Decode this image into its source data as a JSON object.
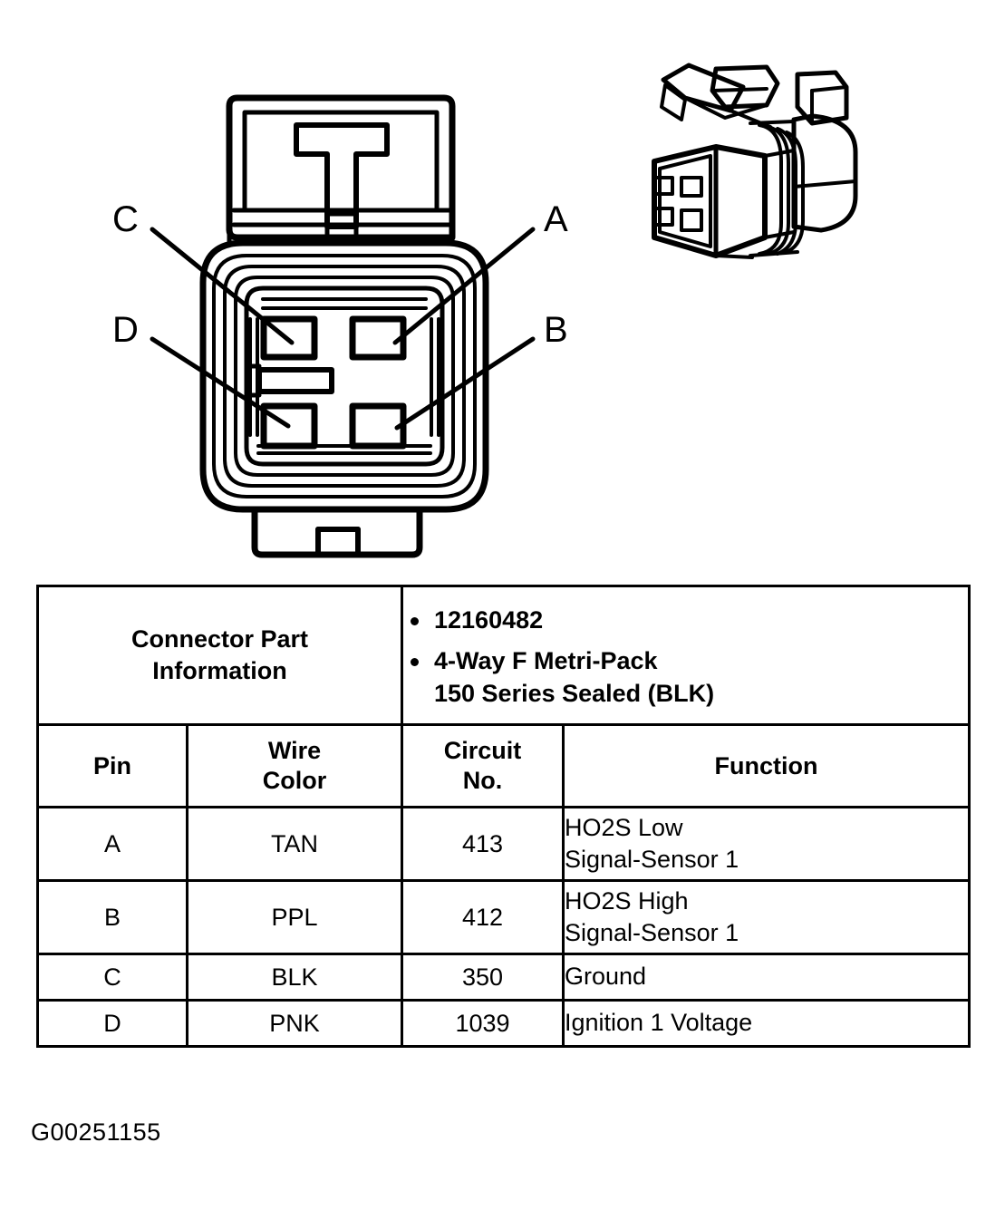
{
  "figure": {
    "code": "G00251155",
    "front_view": {
      "name": "connector-front-view",
      "cavity_count": 4,
      "callouts": [
        {
          "id": "C",
          "label": "C",
          "side": "left",
          "row": "top"
        },
        {
          "id": "A",
          "label": "A",
          "side": "right",
          "row": "top"
        },
        {
          "id": "D",
          "label": "D",
          "side": "left",
          "row": "bottom"
        },
        {
          "id": "B",
          "label": "B",
          "side": "right",
          "row": "bottom"
        }
      ]
    },
    "iso_view": {
      "name": "connector-isometric-view"
    }
  },
  "table": {
    "part_info": {
      "label_line1": "Connector Part",
      "label_line2": "Information",
      "values": [
        {
          "text": "12160482"
        },
        {
          "text": "4-Way F Metri-Pack",
          "sub": "150 Series Sealed (BLK)"
        }
      ]
    },
    "headers": {
      "pin": "Pin",
      "wire_line1": "Wire",
      "wire_line2": "Color",
      "circuit_line1": "Circuit",
      "circuit_line2": "No.",
      "function": "Function"
    },
    "rows": [
      {
        "pin": "A",
        "wire_color": "TAN",
        "circuit_no": "413",
        "function_line1": "HO2S Low",
        "function_line2": "Signal-Sensor 1"
      },
      {
        "pin": "B",
        "wire_color": "PPL",
        "circuit_no": "412",
        "function_line1": "HO2S High",
        "function_line2": "Signal-Sensor 1"
      },
      {
        "pin": "C",
        "wire_color": "BLK",
        "circuit_no": "350",
        "function_line1": "Ground",
        "function_line2": ""
      },
      {
        "pin": "D",
        "wire_color": "PNK",
        "circuit_no": "1039",
        "function_line1": "Ignition 1 Voltage",
        "function_line2": ""
      }
    ]
  }
}
